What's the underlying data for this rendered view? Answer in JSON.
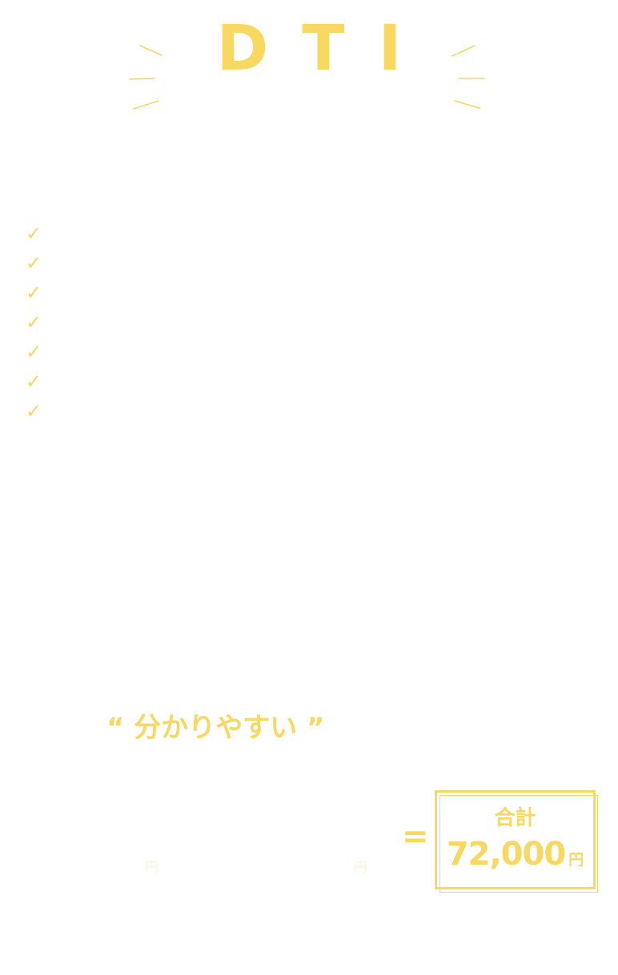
{
  "colors": {
    "accent": "#f9d861",
    "background": "#ffffff"
  },
  "logo": {
    "text": "DTI"
  },
  "checklist": {
    "mark": "✓",
    "items": [
      "",
      "",
      "",
      "",
      "",
      "",
      ""
    ]
  },
  "tagline": {
    "text": "“ 分かりやすい ”"
  },
  "pricing": {
    "unit_1": "円",
    "unit_2": "円",
    "equals": "=",
    "total_label": "合計",
    "total_value": "72,000",
    "total_unit": "円"
  }
}
